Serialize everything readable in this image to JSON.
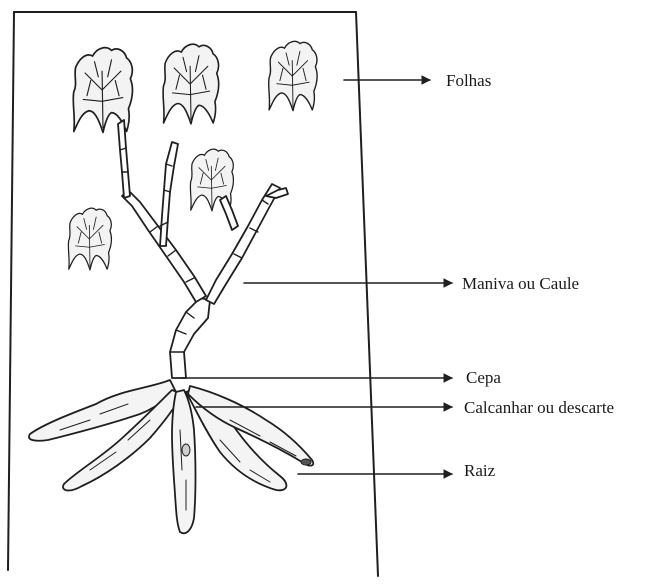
{
  "diagram": {
    "labels": {
      "folhas": "Folhas",
      "caule": "Maniva ou Caule",
      "cepa": "Cepa",
      "calcanhar": "Calcanhar ou descarte",
      "raiz": "Raiz"
    }
  }
}
